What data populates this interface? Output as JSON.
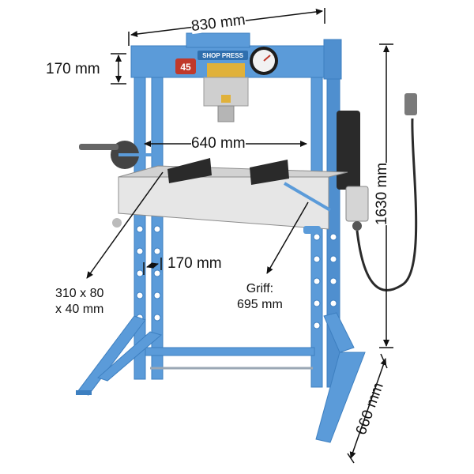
{
  "product": {
    "brand_plate": "SHOP PRESS",
    "capacity_badge": "45"
  },
  "dimensions": {
    "overall_width": "830 mm",
    "top_beam_height": "170 mm",
    "inner_width": "640 mm",
    "overall_height": "1630 mm",
    "depth": "660 mm",
    "step_height": "170 mm",
    "plate_size_line1": "310 x 80",
    "plate_size_line2": "x 40 mm",
    "handle_line1": "Griff:",
    "handle_line2": "695 mm"
  },
  "colors": {
    "frame_blue": "#5b9bd9",
    "frame_edge": "#3d7fc0",
    "dimension_line": "#111111",
    "cylinder": "#2a2a2a",
    "bed_plate": "#e6e6e6"
  }
}
